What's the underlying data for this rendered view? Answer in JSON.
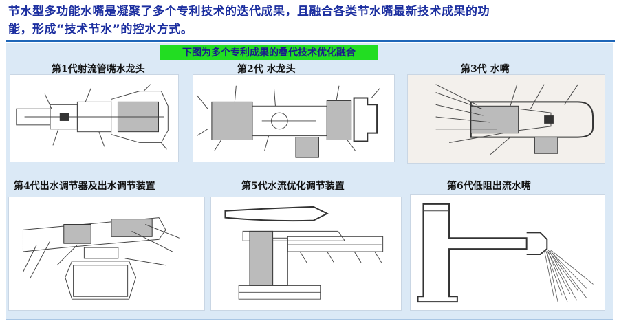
{
  "intro": {
    "line1": "节水型多功能水嘴是凝聚了多个专利技术的迭代成果，且融合各类节水嘴最新技术成果的功",
    "line2": "能，形成“技术节水”的控水方式。"
  },
  "banner": "下图为多个专利成果的叠代技术优化融合",
  "generations": [
    {
      "caption": "第1代射流管嘴水龙头"
    },
    {
      "caption": "第2代 水龙头"
    },
    {
      "caption": "第3代 水嘴"
    },
    {
      "caption": "第4代出水调节器及出水调节装置"
    },
    {
      "caption": "第5代水流优化调节装置"
    },
    {
      "caption": "第6代低阻出流水嘴"
    }
  ]
}
